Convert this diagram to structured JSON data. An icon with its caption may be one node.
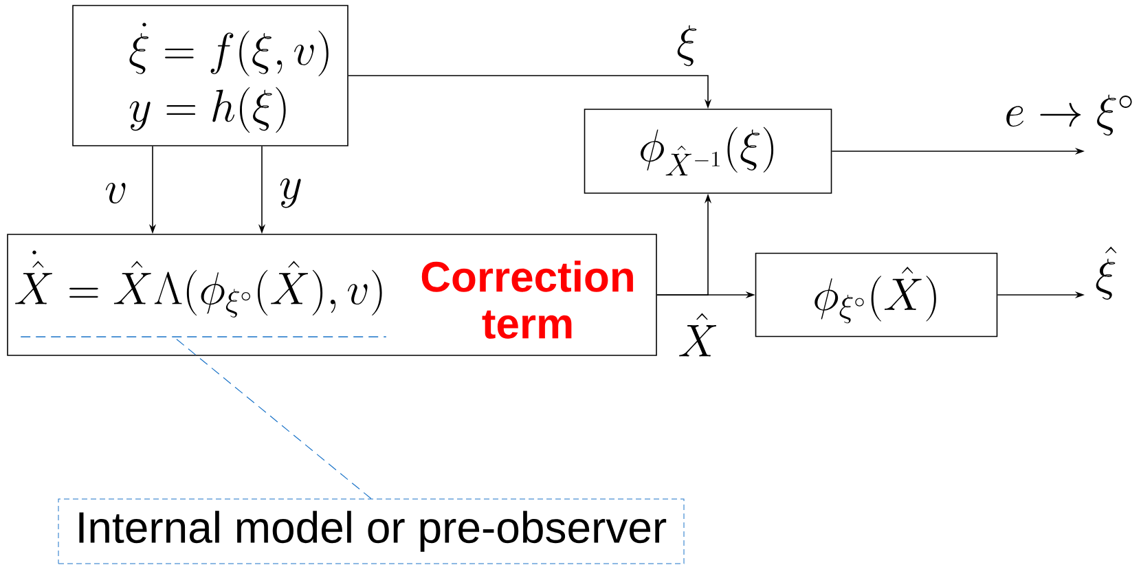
{
  "diagram": {
    "nodes": [
      {
        "text": [
          "\\dot{\\xi} = f(\\xi, v)",
          "y = h(\\xi)"
        ]
      },
      {
        "text": [
          "\\dot{\\hat{X}} = \\hat{X}\\Lambda(\\phi_{\\xi^\\circ}(\\hat{X}), v)",
          "Correction term"
        ]
      },
      {
        "text": [
          "\\phi_{\\hat{X}^{-1}}(\\xi)"
        ]
      },
      {
        "text": [
          "\\phi_{\\xi^\\circ}(\\hat{X})"
        ]
      },
      {
        "text": [
          "Internal model or pre-observer"
        ]
      },
      {
        "text": [],
        "shape": "line",
        "in": 1
      }
    ],
    "edges": [
      {
        "from": 0,
        "to": 2,
        "arrow": "to",
        "label": "\\xi"
      },
      {
        "from": 0,
        "to": 1,
        "arrow": "to",
        "label": "v"
      },
      {
        "from": 0,
        "to": 1,
        "arrow": "to",
        "label": "y"
      },
      {
        "from": 1,
        "to": 3,
        "arrow": "to",
        "label": "\\hat{X}"
      },
      {
        "from": 1,
        "to": 2,
        "arrow": "to"
      },
      {
        "from": 2,
        "to": null,
        "arrow": "to",
        "label": "e \\to \\xi^\\circ"
      },
      {
        "from": 3,
        "to": null,
        "arrow": "to",
        "label": "\\hat{\\xi}"
      },
      {
        "from": 4,
        "to": 5,
        "arrow": "none",
        "style": "dashed",
        "color": "#1a73c8"
      }
    ]
  }
}
